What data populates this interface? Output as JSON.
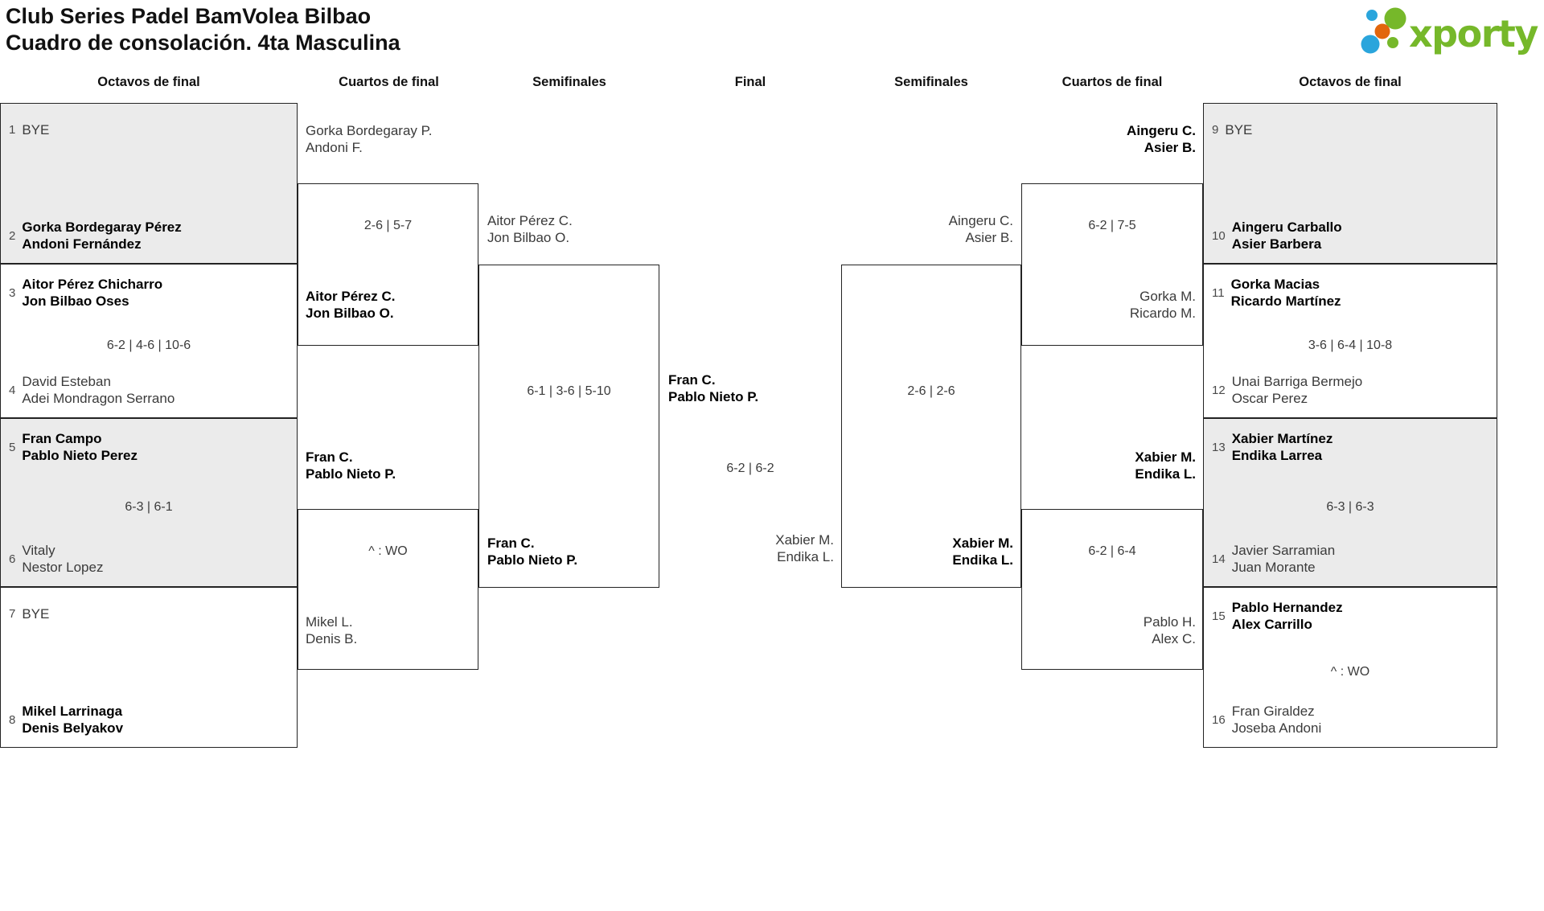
{
  "title": {
    "line1": "Club Series Padel BamVolea Bilbao",
    "line2": "Cuadro de consolación. 4ta Masculina"
  },
  "logo": {
    "text": "xporty",
    "colors": {
      "green": "#76b82a",
      "blue": "#2aa5dc",
      "orange": "#e2660c"
    }
  },
  "rounds": [
    "Octavos de final",
    "Cuartos de final",
    "Semifinales",
    "Final",
    "Semifinales",
    "Cuartos de final",
    "Octavos de final"
  ],
  "octavos_left": [
    {
      "seed_top": "1",
      "top1": "BYE",
      "top2": "",
      "score": "",
      "seed_bot": "2",
      "bot1": "Gorka Bordegaray Pérez",
      "bot2": "Andoni Fernández"
    },
    {
      "seed_top": "3",
      "top1": "Aitor Pérez Chicharro",
      "top2": "Jon Bilbao Oses",
      "score": "6-2 | 4-6 | 10-6",
      "seed_bot": "4",
      "bot1": "David Esteban",
      "bot2": "Adei Mondragon Serrano"
    },
    {
      "seed_top": "5",
      "top1": "Fran Campo",
      "top2": "Pablo Nieto Perez",
      "score": "6-3 | 6-1",
      "seed_bot": "6",
      "bot1": "Vitaly",
      "bot2": "Nestor Lopez"
    },
    {
      "seed_top": "7",
      "top1": "BYE",
      "top2": "",
      "score": "",
      "seed_bot": "8",
      "bot1": "Mikel Larrinaga",
      "bot2": "Denis Belyakov"
    }
  ],
  "cuartos_left": [
    {
      "top1": "Gorka Bordegaray P.",
      "top2": "Andoni F.",
      "score": "2-6 | 5-7",
      "bot1": "Aitor Pérez C.",
      "bot2": "Jon Bilbao O."
    },
    {
      "top1": "Fran C.",
      "top2": "Pablo Nieto P.",
      "score": "^ : WO",
      "bot1": "Mikel L.",
      "bot2": "Denis B."
    }
  ],
  "semifinal_left": {
    "top1": "Aitor Pérez C.",
    "top2": "Jon Bilbao O.",
    "score": "6-1 | 3-6 | 5-10",
    "bot1": "Fran C.",
    "bot2": "Pablo Nieto P."
  },
  "final": {
    "team1a": "Fran C.",
    "team1b": "Pablo Nieto P.",
    "score": "6-2 | 6-2",
    "team2a": "Xabier M.",
    "team2b": "Endika L."
  },
  "semifinal_right": {
    "top1": "Aingeru C.",
    "top2": "Asier B.",
    "score": "2-6 | 2-6",
    "bot1": "Xabier M.",
    "bot2": "Endika L."
  },
  "cuartos_right": [
    {
      "top1": "Aingeru C.",
      "top2": "Asier B.",
      "score": "6-2 | 7-5",
      "bot1": "Gorka M.",
      "bot2": "Ricardo M."
    },
    {
      "top1": "Xabier M.",
      "top2": "Endika L.",
      "score": "6-2 | 6-4",
      "bot1": "Pablo H.",
      "bot2": "Alex C."
    }
  ],
  "octavos_right": [
    {
      "seed_top": "9",
      "top1": "BYE",
      "top2": "",
      "score": "",
      "seed_bot": "10",
      "bot1": "Aingeru Carballo",
      "bot2": "Asier Barbera"
    },
    {
      "seed_top": "11",
      "top1": "Gorka Macias",
      "top2": "Ricardo Martínez",
      "score": "3-6 | 6-4 | 10-8",
      "seed_bot": "12",
      "bot1": "Unai Barriga Bermejo",
      "bot2": "Oscar Perez"
    },
    {
      "seed_top": "13",
      "top1": "Xabier Martínez",
      "top2": "Endika Larrea",
      "score": "6-3 | 6-3",
      "seed_bot": "14",
      "bot1": "Javier Sarramian",
      "bot2": "Juan Morante"
    },
    {
      "seed_top": "15",
      "top1": "Pablo Hernandez",
      "top2": "Alex Carrillo",
      "score": "^ : WO",
      "seed_bot": "16",
      "bot1": "Fran Giraldez",
      "bot2": "Joseba Andoni"
    }
  ]
}
